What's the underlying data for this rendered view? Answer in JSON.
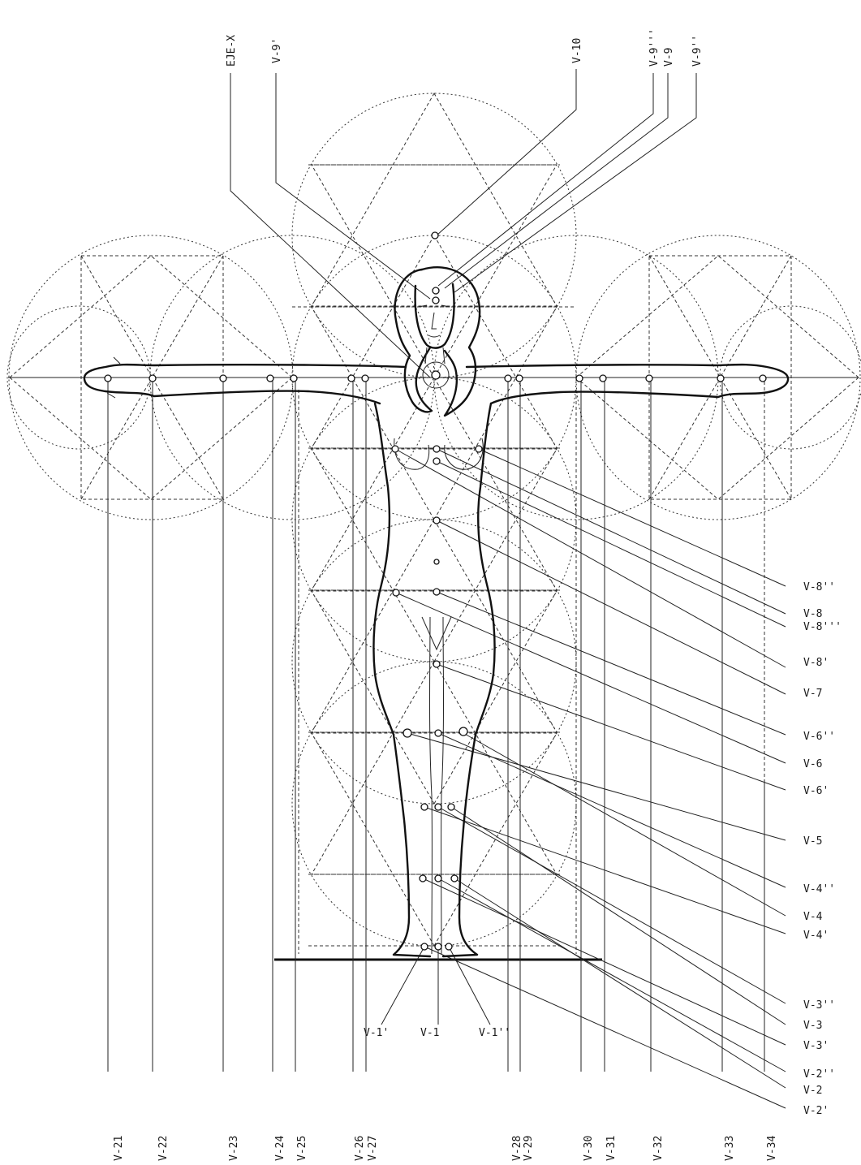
{
  "top_labels": {
    "eje_x": "EJE-X",
    "v9p": "V-9'",
    "v10": "V-10",
    "v9ppp": "V-9'''",
    "v9": "V-9",
    "v9pp": "V-9''"
  },
  "right_labels": {
    "v8pp": "V-8''",
    "v8": "V-8",
    "v8ppp": "V-8'''",
    "v8p": "V-8'",
    "v7": "V-7",
    "v6pp": "V-6''",
    "v6": "V-6",
    "v6p": "V-6'",
    "v5": "V-5",
    "v4pp": "V-4''",
    "v4": "V-4",
    "v4p": "V-4'",
    "v3pp": "V-3''",
    "v3": "V-3",
    "v3p": "V-3'",
    "v2pp": "V-2''",
    "v2": "V-2",
    "v2p": "V-2'"
  },
  "feet_labels": {
    "v1p": "V-1'",
    "v1": "V-1",
    "v1pp": "V-1''"
  },
  "bottom_labels": {
    "v21": "V-21",
    "v22": "V-22",
    "v23": "V-23",
    "v24": "V-24",
    "v25": "V-25",
    "v26": "V-26",
    "v27": "V-27",
    "v28": "V-28",
    "v29": "V-29",
    "v30": "V-30",
    "v31": "V-31",
    "v32": "V-32",
    "v33": "V-33",
    "v34": "V-34"
  },
  "colors": {
    "ink": "#111111",
    "paper": "#ffffff"
  }
}
